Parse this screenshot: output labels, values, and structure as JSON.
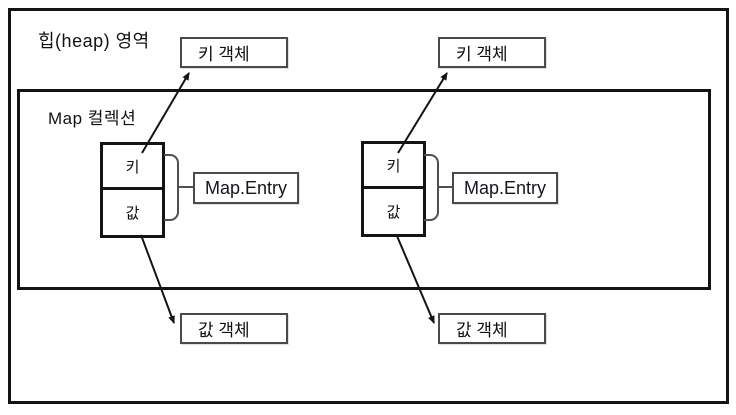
{
  "diagram": {
    "heap_label": "힙(heap) 영역",
    "map_collection_label": "Map 컬렉션",
    "key_objects": [
      "키 객체",
      "키 객체"
    ],
    "value_objects": [
      "값 객체",
      "값 객체"
    ],
    "entries": [
      {
        "key_label": "키",
        "value_label": "값",
        "entry_label": "Map.Entry"
      },
      {
        "key_label": "키",
        "value_label": "값",
        "entry_label": "Map.Entry"
      }
    ],
    "colors": {
      "frame_line": "#141414",
      "label_box_border": "#4a4a4a",
      "bracket_line": "#4f4f4f",
      "background": "#ffffff",
      "text": "#111111"
    }
  }
}
